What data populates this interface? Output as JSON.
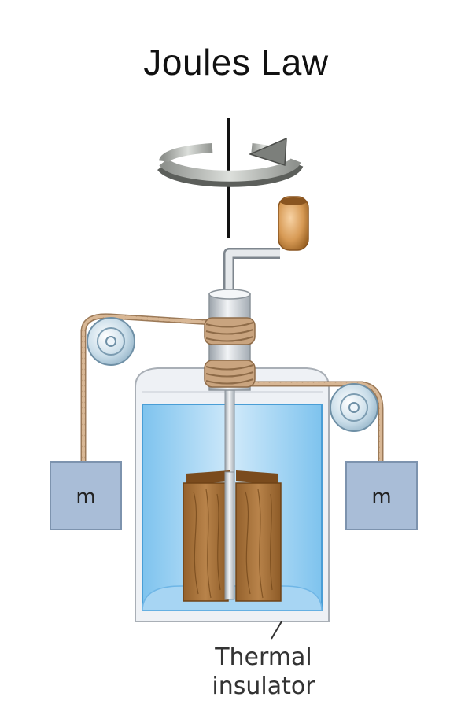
{
  "title": "Joules Law",
  "labels": {
    "mass_left": "m",
    "mass_right": "m",
    "insulator_line1": "Thermal",
    "insulator_line2": "insulator"
  },
  "colors": {
    "glass": "#e8ecf1",
    "water": "#a9d6f2",
    "water_deep": "#5ab3e6",
    "wood": "#a8743c",
    "rope": "#c8a27e",
    "mass_box": "#a7bcd6",
    "metal": "#d4d8dc"
  }
}
